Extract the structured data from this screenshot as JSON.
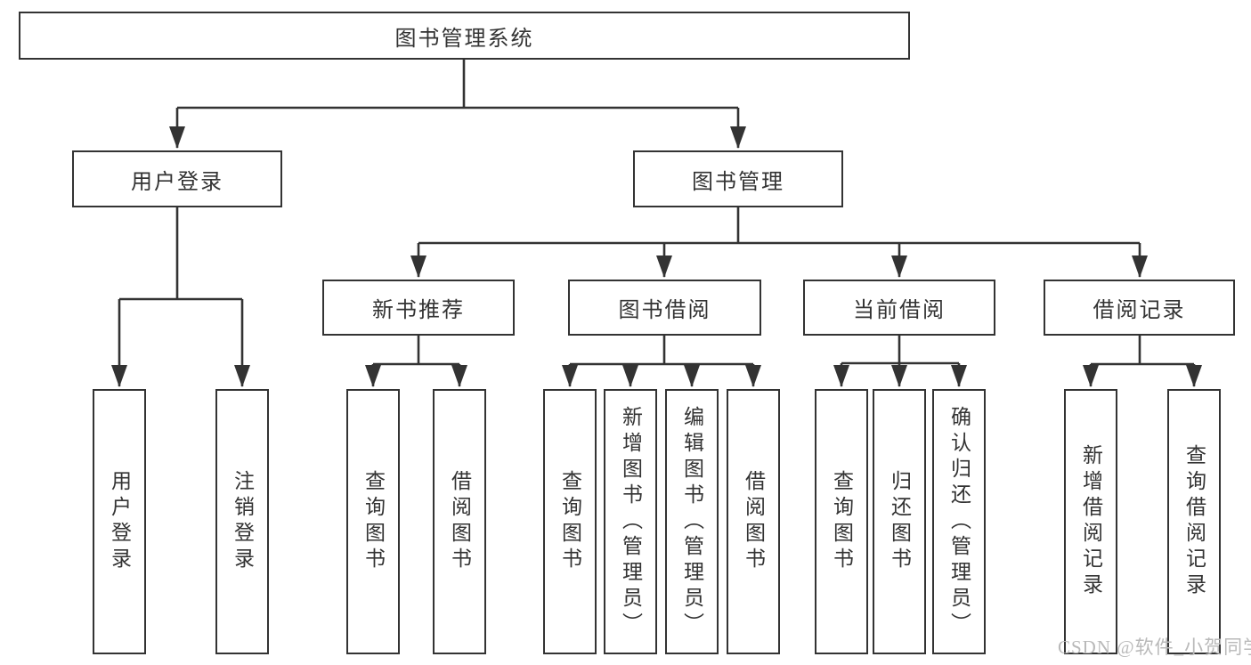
{
  "colors": {
    "line": "#333333",
    "text": "#333333",
    "box_bg": "#ffffff",
    "background": "#ffffff",
    "watermark": "#b9b9b9"
  },
  "watermark": "CSDN @软件_小贺同学",
  "tree": {
    "label": "图书管理系统",
    "children": [
      {
        "label": "用户登录",
        "children": [
          {
            "label": "用户登录"
          },
          {
            "label": "注销登录"
          }
        ]
      },
      {
        "label": "图书管理",
        "children": [
          {
            "label": "新书推荐",
            "children": [
              {
                "label": "查询图书"
              },
              {
                "label": "借阅图书"
              }
            ]
          },
          {
            "label": "图书借阅",
            "children": [
              {
                "label": "查询图书"
              },
              {
                "label": "新增图书（管理员）"
              },
              {
                "label": "编辑图书（管理员）"
              },
              {
                "label": "借阅图书"
              }
            ]
          },
          {
            "label": "当前借阅",
            "children": [
              {
                "label": "查询图书"
              },
              {
                "label": "归还图书"
              },
              {
                "label": "确认归还（管理员）"
              }
            ]
          },
          {
            "label": "借阅记录",
            "children": [
              {
                "label": "新增借阅记录"
              },
              {
                "label": "查询借阅记录"
              }
            ]
          }
        ]
      }
    ]
  }
}
